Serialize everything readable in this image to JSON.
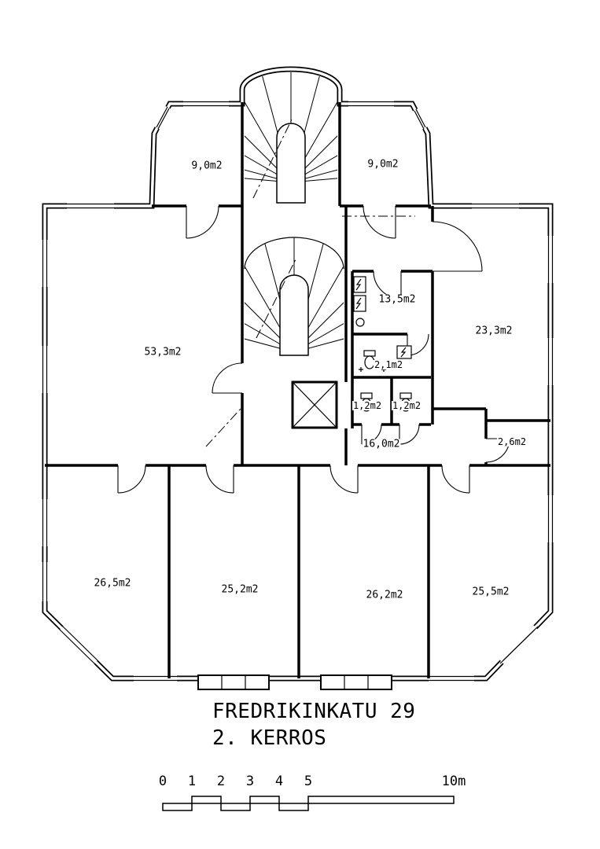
{
  "title": {
    "line1": "FREDRIKINKATU 29",
    "line2": "2. KERROS"
  },
  "rooms": [
    {
      "id": "room-9-0-left",
      "area": "9,0m2"
    },
    {
      "id": "room-9-0-right",
      "area": "9,0m2"
    },
    {
      "id": "room-53-3",
      "area": "53,3m2"
    },
    {
      "id": "room-13-5",
      "area": "13,5m2"
    },
    {
      "id": "room-23-3",
      "area": "23,3m2"
    },
    {
      "id": "room-2-1",
      "area": "2,1m2"
    },
    {
      "id": "wc-1-2-left",
      "area": "1,2m2"
    },
    {
      "id": "wc-1-2-right",
      "area": "1,2m2"
    },
    {
      "id": "hall-16-0",
      "area": "16,0m2"
    },
    {
      "id": "room-2-6",
      "area": "2,6m2"
    },
    {
      "id": "room-26-5",
      "area": "26,5m2"
    },
    {
      "id": "room-25-2",
      "area": "25,2m2"
    },
    {
      "id": "room-26-2",
      "area": "26,2m2"
    },
    {
      "id": "room-25-5",
      "area": "25,5m2"
    }
  ],
  "scale_bar": {
    "ticks": [
      "0",
      "1",
      "2",
      "3",
      "4",
      "5"
    ],
    "end_label": "10m"
  },
  "colors": {
    "ink": "#000000",
    "paper": "#ffffff"
  }
}
